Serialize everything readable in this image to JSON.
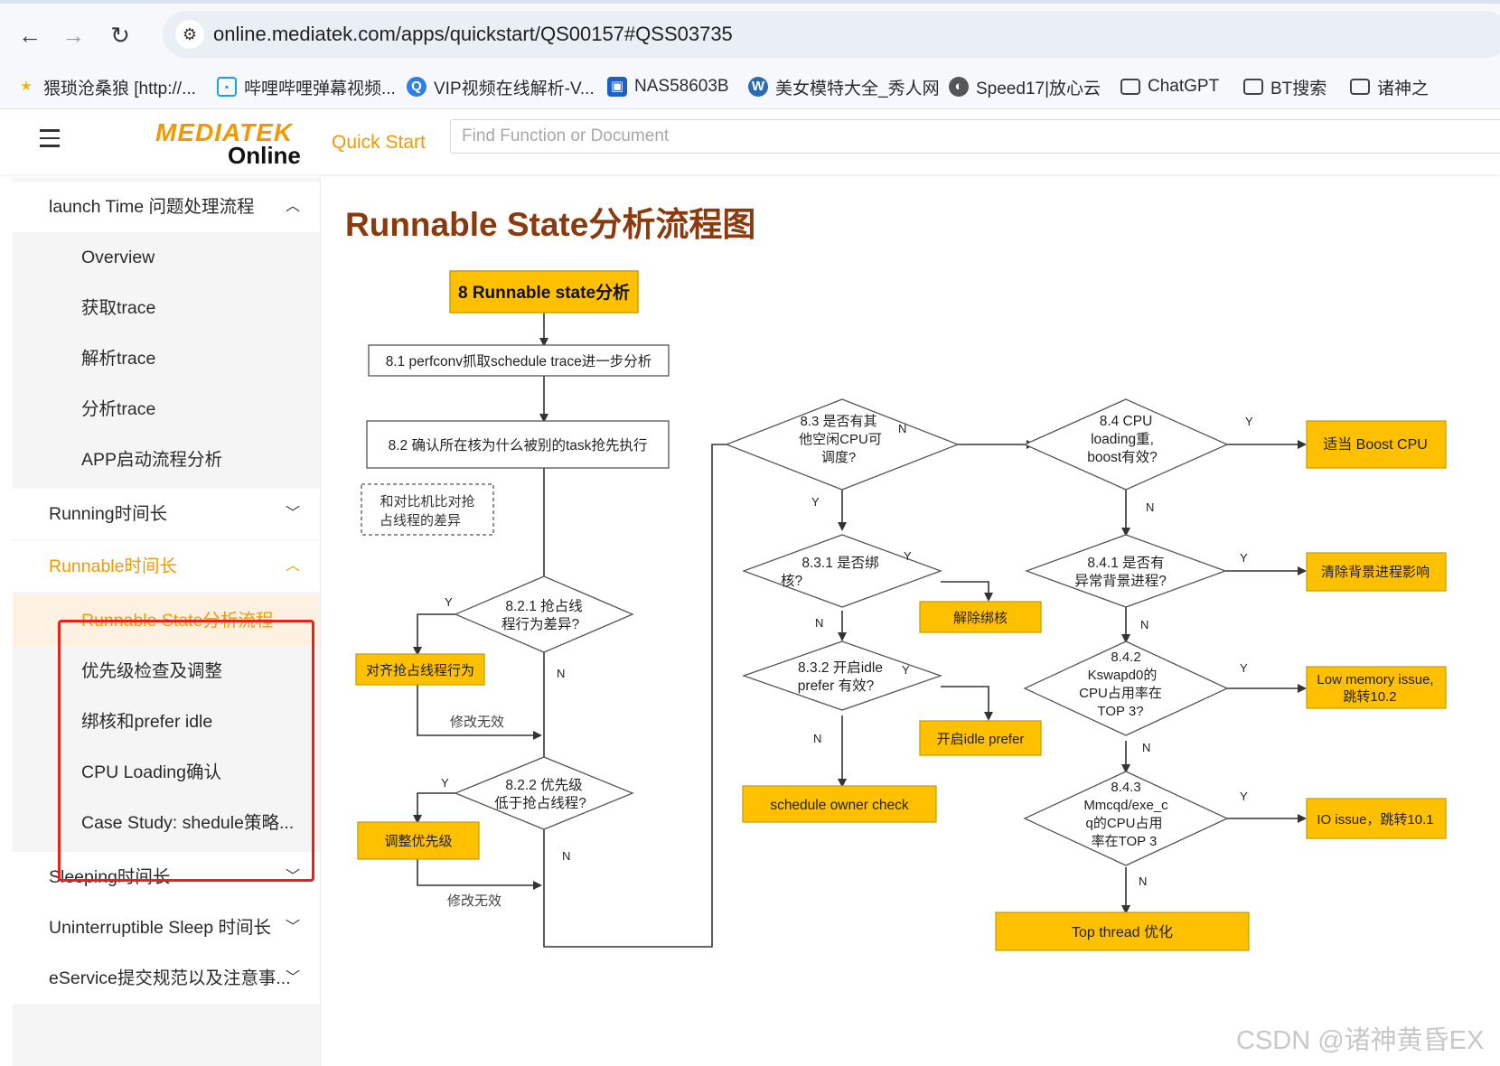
{
  "browser": {
    "url": "online.mediatek.com/apps/quickstart/QS00157#QSS03735",
    "bookmarks": [
      {
        "label": "猥琐沧桑狼 [http://...",
        "icon": "star-icon"
      },
      {
        "label": "哔哩哔哩弹幕视频...",
        "icon": "bilibili-icon"
      },
      {
        "label": "VIP视频在线解析-V...",
        "icon": "q-icon"
      },
      {
        "label": "NAS58603B",
        "icon": "nas-icon"
      },
      {
        "label": "美女模特大全_秀人网",
        "icon": "wordpress-icon"
      },
      {
        "label": "Speed17|放心云",
        "icon": "globe-icon"
      },
      {
        "label": "ChatGPT",
        "icon": "folder-icon"
      },
      {
        "label": "BT搜索",
        "icon": "folder-icon"
      },
      {
        "label": "诸神之",
        "icon": "folder-icon"
      }
    ]
  },
  "header": {
    "logo_top": "MEDIATEK",
    "logo_bottom": "Online",
    "quick_start": "Quick Start",
    "search_placeholder": "Find Function or Document"
  },
  "sidebar": {
    "sections": [
      {
        "label": "launch Time 问题处理流程"
      },
      {
        "label": "Running时间长"
      },
      {
        "label": "Runnable时间长"
      },
      {
        "label": "Sleeping时间长"
      },
      {
        "label": "Uninterruptible Sleep 时间长"
      },
      {
        "label": "eService提交规范以及注意事..."
      }
    ],
    "launch_items": [
      "Overview",
      "获取trace",
      "解析trace",
      "分析trace",
      "APP启动流程分析"
    ],
    "runnable_items": [
      "Runnable State分析流程",
      "优先级检查及调整",
      "绑核和prefer idle",
      "CPU Loading确认",
      "Case Study: shedule策略..."
    ]
  },
  "content": {
    "title": "Runnable State分析流程图"
  },
  "flow": {
    "n8": "8 Runnable state分析",
    "n81": "8.1 perfconv抓取schedule trace进一步分析",
    "n82": "8.2 确认所在核为什么被别的task抢先执行",
    "note": [
      "和对比机比对抢",
      "占线程的差异"
    ],
    "d821": [
      "8.2.1 抢占线",
      "程行为差异?"
    ],
    "align": "对齐抢占线程行为",
    "mod1": "修改无效",
    "d822": [
      "8.2.2 优先级",
      "低于抢占线程?"
    ],
    "adjust": "调整优先级",
    "mod2": "修改无效",
    "d83": [
      "8.3 是否有其",
      "他空闲CPU可",
      "调度?"
    ],
    "d831": [
      "8.3.1 是否绑",
      "核?"
    ],
    "unbind": "解除绑核",
    "d832": [
      "8.3.2 开启idle",
      "prefer 有效?"
    ],
    "idle": "开启idle prefer",
    "owner": "schedule owner check",
    "d84": [
      "8.4 CPU",
      "loading重,",
      "boost有效?"
    ],
    "boost": "适当 Boost CPU",
    "d841": [
      "8.4.1 是否有",
      "异常背景进程?"
    ],
    "clear": "清除背景进程影响",
    "d842": [
      "8.4.2",
      "Kswapd0的",
      "CPU占用率在",
      "TOP 3?"
    ],
    "lowmem": [
      "Low memory issue,",
      "跳转10.2"
    ],
    "d843": [
      "8.4.3",
      "Mmcqd/exe_c",
      "q的CPU占用",
      "率在TOP 3"
    ],
    "io": "IO issue，跳转10.1",
    "top": "Top thread 优化",
    "yes": "Y",
    "no": "N"
  },
  "watermark": "CSDN @诸神黄昏EX"
}
